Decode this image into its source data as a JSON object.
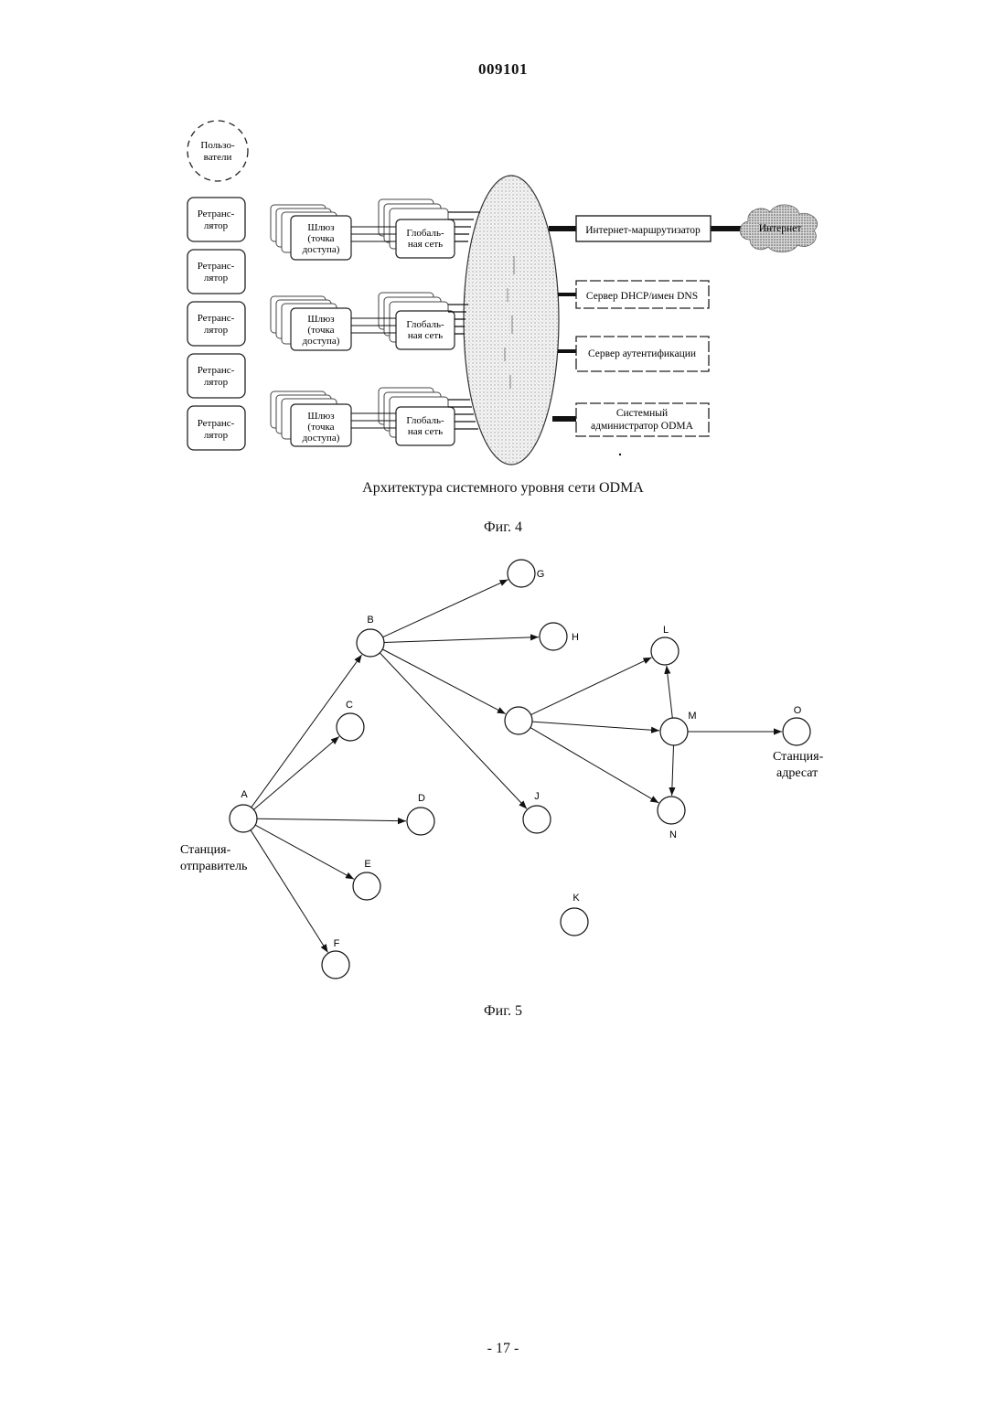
{
  "header": {
    "doc_number": "009101"
  },
  "fig4": {
    "users_label": [
      "Пользо-",
      "ватели"
    ],
    "repeater_label": [
      "Ретранс-",
      "лятор"
    ],
    "gateway_label": [
      "Шлюз",
      "(точка",
      "доступа)"
    ],
    "wan_label": [
      "Глобаль-",
      "ная сеть"
    ],
    "servers": {
      "internet_router": "Интернет-маршрутизатор",
      "dhcp_dns": "Сервер DHCP/имен DNS",
      "auth": "Сервер аутентификации",
      "admin": [
        "Системный",
        "администратор ODMA"
      ]
    },
    "internet_label": "Интернет",
    "caption": "Архитектура системного уровня сети ODMA",
    "fig_label": "Фиг. 4"
  },
  "fig5": {
    "nodes": [
      {
        "id": "A",
        "label": "A"
      },
      {
        "id": "B",
        "label": "B"
      },
      {
        "id": "C",
        "label": "C"
      },
      {
        "id": "D",
        "label": "D"
      },
      {
        "id": "E",
        "label": "E"
      },
      {
        "id": "F",
        "label": "F"
      },
      {
        "id": "G",
        "label": "G"
      },
      {
        "id": "H",
        "label": "H"
      },
      {
        "id": "I",
        "label": ""
      },
      {
        "id": "J",
        "label": "J"
      },
      {
        "id": "K",
        "label": "K"
      },
      {
        "id": "L",
        "label": "L"
      },
      {
        "id": "M",
        "label": "M"
      },
      {
        "id": "N",
        "label": "N"
      },
      {
        "id": "O",
        "label": "O"
      }
    ],
    "edges": [
      [
        "A",
        "B"
      ],
      [
        "A",
        "C"
      ],
      [
        "A",
        "D"
      ],
      [
        "A",
        "E"
      ],
      [
        "A",
        "F"
      ],
      [
        "B",
        "G"
      ],
      [
        "B",
        "H"
      ],
      [
        "B",
        "I"
      ],
      [
        "B",
        "J"
      ],
      [
        "I",
        "L"
      ],
      [
        "I",
        "M"
      ],
      [
        "I",
        "N"
      ],
      [
        "M",
        "L"
      ],
      [
        "M",
        "N"
      ],
      [
        "M",
        "O"
      ]
    ],
    "source_label": [
      "Станция-",
      "отправитель"
    ],
    "dest_label": [
      "Станция-",
      "адресат"
    ],
    "fig_label": "Фиг. 5"
  },
  "footer": {
    "page_number": "- 17 -"
  }
}
